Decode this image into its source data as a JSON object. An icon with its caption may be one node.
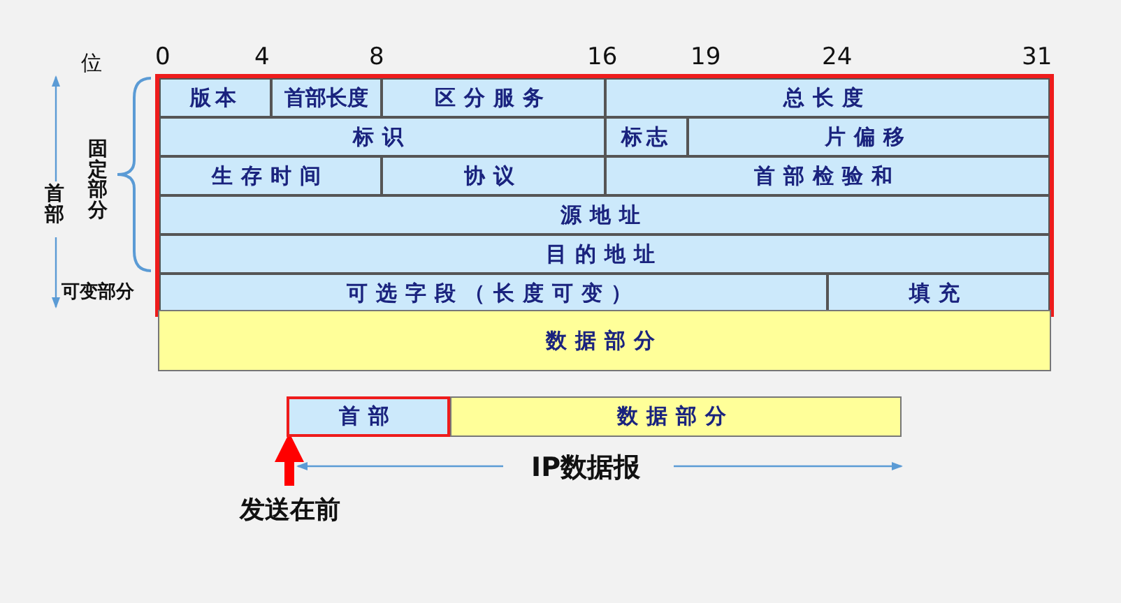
{
  "diagram": {
    "nodes": [
      {
        "text": [],
        "shape": "box"
      },
      {
        "text": [
          "版本"
        ],
        "in": 0
      },
      {
        "text": [
          "首部长度"
        ],
        "in": 0
      },
      {
        "text": [
          "区分服务"
        ],
        "in": 0
      },
      {
        "text": [
          "总长度"
        ],
        "in": 0
      },
      {
        "text": [
          "标识"
        ],
        "in": 0
      },
      {
        "text": [
          "标志"
        ],
        "in": 0
      },
      {
        "text": [
          "片偏移"
        ],
        "in": 0
      },
      {
        "text": [
          "生存时间"
        ],
        "in": 0
      },
      {
        "text": [
          "协议"
        ],
        "in": 0
      },
      {
        "text": [
          "首部检验和"
        ],
        "in": 0
      },
      {
        "text": [
          "源地址"
        ],
        "in": 0
      },
      {
        "text": [
          "目的地址"
        ],
        "in": 0
      },
      {
        "text": [
          "可选字段（长度可变）"
        ],
        "in": 0
      },
      {
        "text": [
          "填充"
        ],
        "in": 0
      },
      {
        "text": [
          "数据部分"
        ]
      },
      {
        "text": [
          "首部"
        ]
      },
      {
        "text": [
          "数据部分"
        ]
      },
      {
        "text": [
          "发送在前"
        ]
      }
    ],
    "edges": [
      {
        "from": 18,
        "to": 16,
        "arrow": "to",
        "color": "#ff0000"
      }
    ],
    "labels": [
      "位",
      "0",
      "4",
      "8",
      "16",
      "19",
      "24",
      "31",
      "首部",
      "固定部分",
      "可变部分",
      "IP数据报"
    ]
  }
}
